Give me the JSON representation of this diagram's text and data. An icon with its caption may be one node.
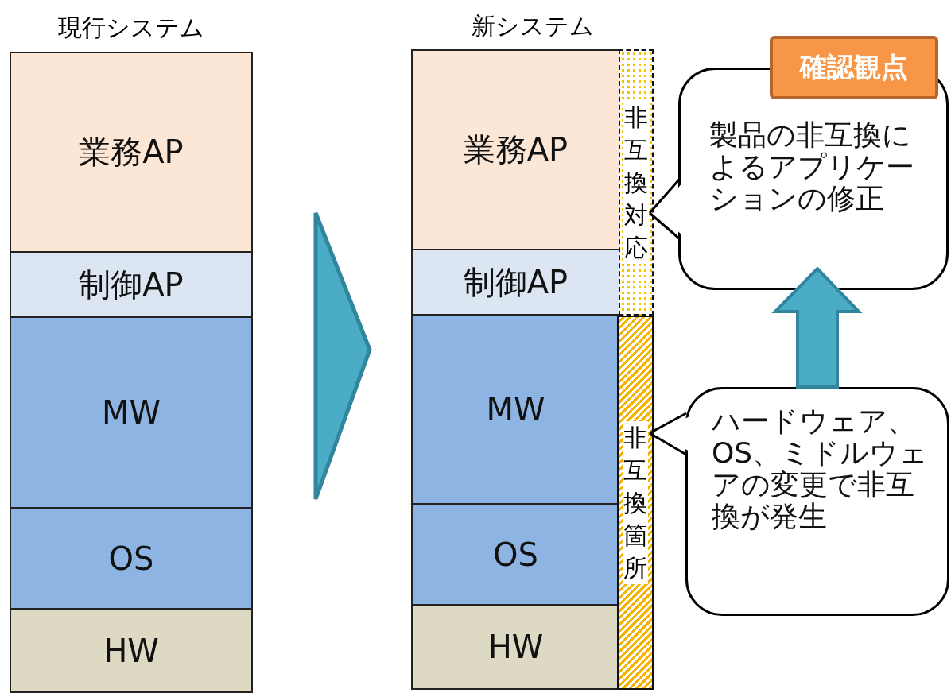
{
  "diagram": {
    "nodes": [
      {
        "text": [
          "現行システム"
        ]
      },
      {
        "text": [
          "業務AP"
        ],
        "in": 0
      },
      {
        "text": [
          "制御AP"
        ],
        "in": 0
      },
      {
        "text": [
          "MW"
        ],
        "in": 0
      },
      {
        "text": [
          "OS"
        ],
        "in": 0
      },
      {
        "text": [
          "HW"
        ],
        "in": 0
      },
      {
        "text": [
          "新システム"
        ]
      },
      {
        "text": [
          "業務AP"
        ],
        "in": 6
      },
      {
        "text": [
          "制御AP"
        ],
        "in": 6
      },
      {
        "text": [
          "MW"
        ],
        "in": 6
      },
      {
        "text": [
          "OS"
        ],
        "in": 6
      },
      {
        "text": [
          "HW"
        ],
        "in": 6
      },
      {
        "text": [
          "非互換対応"
        ],
        "in": 6
      },
      {
        "text": [
          "非互換箇所"
        ],
        "in": 6
      },
      {
        "text": [
          "製品の非互換によるアプリケーションの修正"
        ]
      },
      {
        "text": [
          "確認観点"
        ]
      },
      {
        "text": [
          "ハードウェア、OS、ミドルウェアの変更で非互換が発生"
        ]
      }
    ],
    "edges": [
      {
        "from": 0,
        "to": 6,
        "arrow": "to"
      },
      {
        "from": 14,
        "to": 12,
        "arrow": "none"
      },
      {
        "from": 16,
        "to": 13,
        "arrow": "none"
      },
      {
        "from": 16,
        "to": 14,
        "arrow": "to",
        "style": "thick"
      }
    ]
  }
}
